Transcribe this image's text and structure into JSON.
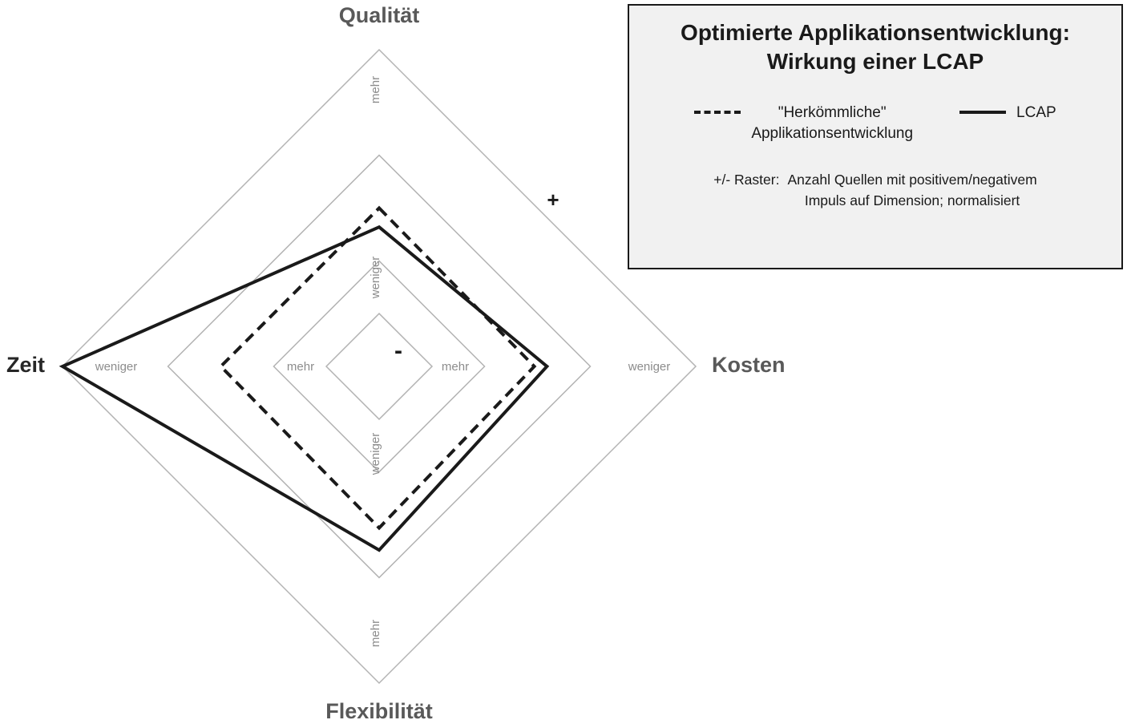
{
  "legend": {
    "title_line1": "Optimierte Applikationsentwicklung:",
    "title_line2": "Wirkung einer LCAP",
    "entries": [
      {
        "style": "dashed",
        "label_line1": "\"Herkömmliche\"",
        "label_line2": "Applikationsentwicklung"
      },
      {
        "style": "solid",
        "label_line1": "LCAP",
        "label_line2": ""
      }
    ],
    "note_label": "+/- Raster:",
    "note_line1": "Anzahl Quellen mit positivem/negativem",
    "note_line2": "Impuls auf Dimension; normalisiert"
  },
  "chart_data": {
    "type": "radar",
    "axes": [
      {
        "label": "Qualität",
        "position": "top",
        "inner_tick": "weniger",
        "outer_tick": "mehr"
      },
      {
        "label": "Kosten",
        "position": "right",
        "inner_tick": "mehr",
        "outer_tick": "weniger"
      },
      {
        "label": "Flexibilität",
        "position": "bottom",
        "inner_tick": "weniger",
        "outer_tick": "mehr"
      },
      {
        "label": "Zeit",
        "position": "left",
        "inner_tick": "mehr",
        "outer_tick": "weniger"
      }
    ],
    "center_label": "-",
    "outer_label": "+",
    "grid_levels": [
      0.167,
      0.333,
      0.667,
      1.0
    ],
    "series": [
      {
        "name": "\"Herkömmliche\" Applikationsentwicklung",
        "style": "dashed",
        "values": [
          0.5,
          0.49,
          0.51,
          0.5
        ]
      },
      {
        "name": "LCAP",
        "style": "solid",
        "values": [
          0.44,
          0.53,
          0.58,
          1.0
        ]
      }
    ]
  },
  "colors": {
    "grid": "#b3b3b3",
    "series_stroke": "#1a1a1a",
    "axis_title": "#595959",
    "tick_label": "#8c8c8c",
    "legend_bg": "#f1f1f1",
    "legend_border": "#1a1a1a"
  }
}
